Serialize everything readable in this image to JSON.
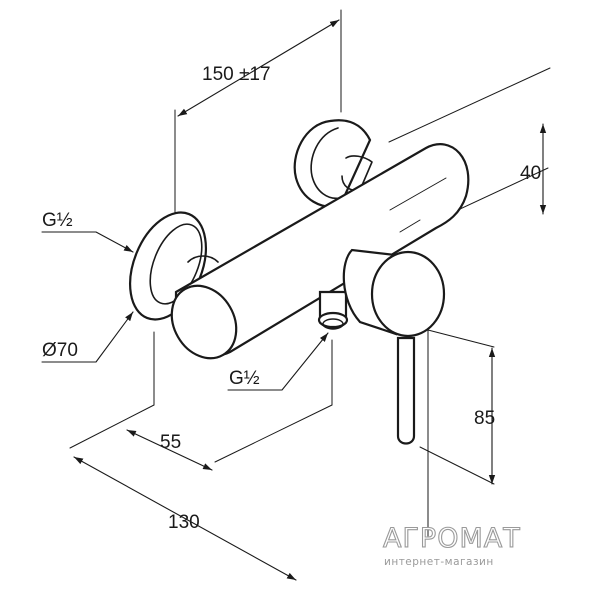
{
  "dimensions": {
    "spacing": "150 ±17",
    "height_top": "40",
    "thread_left": "G½",
    "diameter": "Ø70",
    "thread_bottom": "G½",
    "height_lever": "85",
    "depth_small": "55",
    "depth_total": "130"
  },
  "watermark": {
    "brand": "АГРОМАТ",
    "tagline": "интернет-магазин"
  },
  "colors": {
    "line": "#1a1a1a",
    "watermark": "#9a9a9a"
  }
}
